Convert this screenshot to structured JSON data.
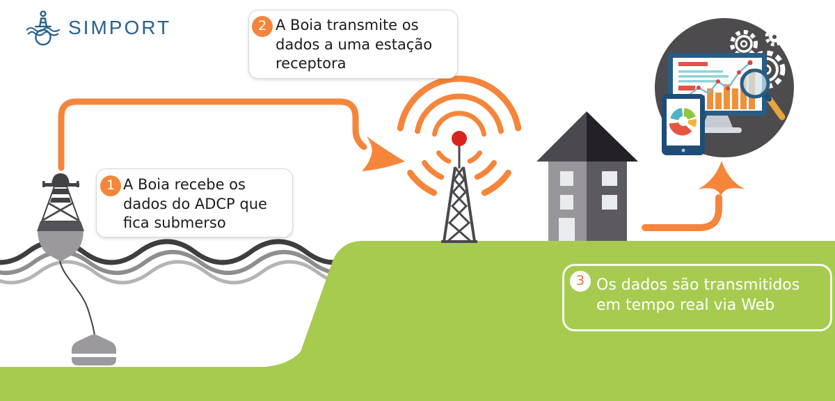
{
  "brand": {
    "name": "SIMPORT"
  },
  "callouts": [
    {
      "number": "1",
      "text": "A Boia recebe os\ndados do ADCP que\nfica submerso"
    },
    {
      "number": "2",
      "text": "A Boia transmite os\ndados a uma estação\nreceptora"
    },
    {
      "number": "3",
      "text": "Os dados são transmitidos\nem tempo real via Web"
    }
  ],
  "colors": {
    "brand_blue": "#27618F",
    "accent_orange": "#F5853A",
    "ground_green": "#A7CB4F",
    "signal_red": "#D8261C",
    "circle_gray": "#4D4B4E",
    "house_light": "#98969B",
    "house_dark": "#5C5A60",
    "roof_dark": "#232127",
    "monitor_blue": "#275D85",
    "wave_dark": "#3E3E3E"
  },
  "icons": [
    "buoy-icon",
    "adcp-sensor-icon",
    "antenna-icon",
    "radio-waves-icon",
    "house-icon",
    "monitor-chart-icon",
    "gears-icon",
    "magnifier-icon",
    "tablet-pie-icon",
    "arrow-icon"
  ]
}
